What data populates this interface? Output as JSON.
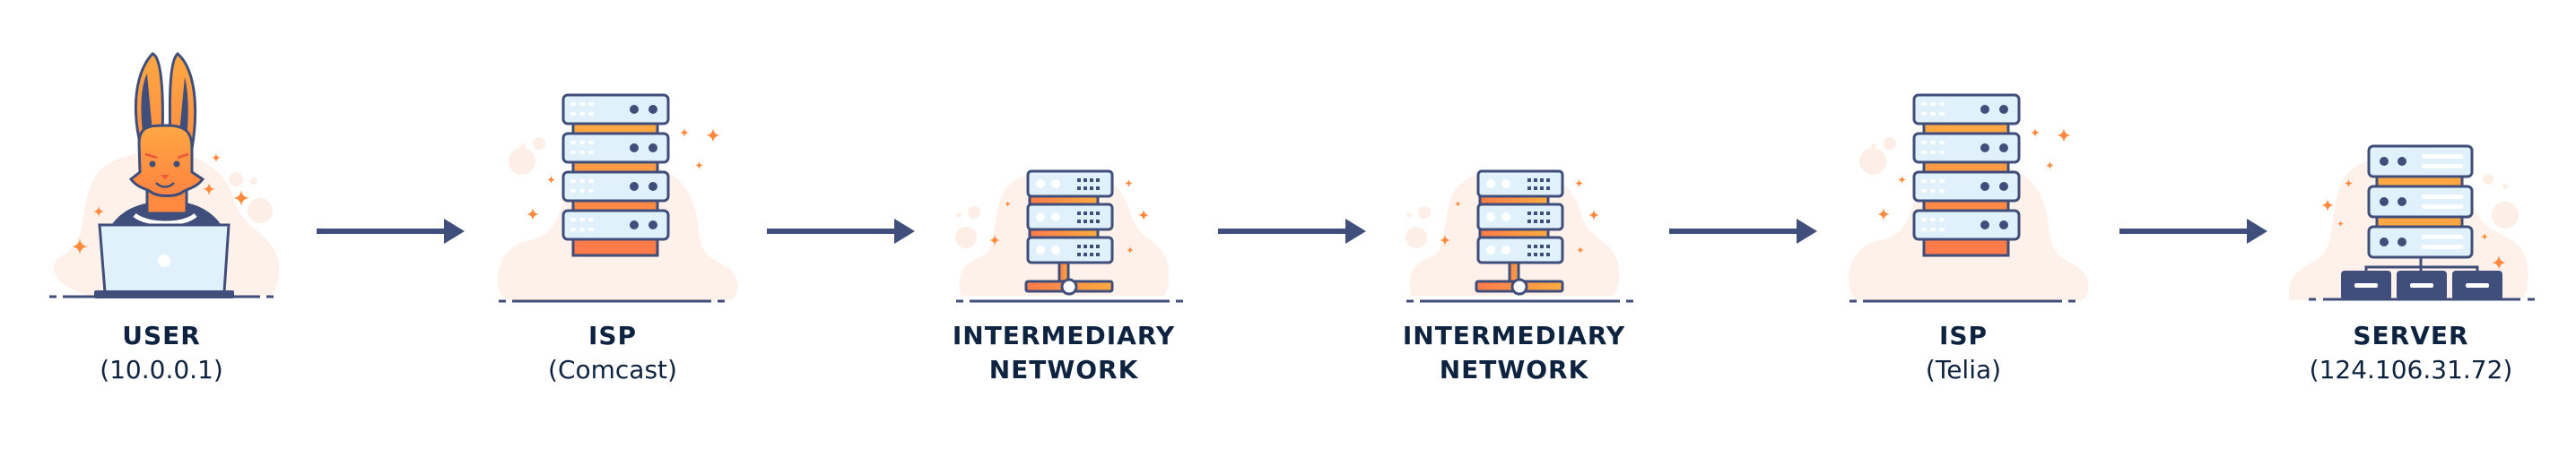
{
  "diagram": {
    "colors": {
      "navy": "#3f4e7a",
      "text": "#0e2340",
      "orange": "#fd9a47",
      "orange_dark": "#ff7b4a",
      "screen": "#e1f1fc",
      "blob": "#fdf1ea"
    },
    "nodes": [
      {
        "id": "user",
        "title": "USER",
        "subtitle": "(10.0.0.1)",
        "icon": "bunny-laptop-icon"
      },
      {
        "id": "isp-comcast",
        "title": "ISP",
        "subtitle": "(Comcast)",
        "icon": "server-rack-icon"
      },
      {
        "id": "intermediary-1",
        "title": "INTERMEDIARY",
        "subtitle": "NETWORK",
        "icon": "network-server-icon"
      },
      {
        "id": "intermediary-2",
        "title": "INTERMEDIARY",
        "subtitle": "NETWORK",
        "icon": "network-server-icon"
      },
      {
        "id": "isp-telia",
        "title": "ISP",
        "subtitle": "(Telia)",
        "icon": "server-rack-icon"
      },
      {
        "id": "server",
        "title": "SERVER",
        "subtitle": "(124.106.31.72)",
        "icon": "server-cluster-icon"
      }
    ],
    "arrows": [
      {
        "from": "user",
        "to": "isp-comcast"
      },
      {
        "from": "isp-comcast",
        "to": "intermediary-1"
      },
      {
        "from": "intermediary-1",
        "to": "intermediary-2"
      },
      {
        "from": "intermediary-2",
        "to": "isp-telia"
      },
      {
        "from": "isp-telia",
        "to": "server"
      }
    ]
  }
}
